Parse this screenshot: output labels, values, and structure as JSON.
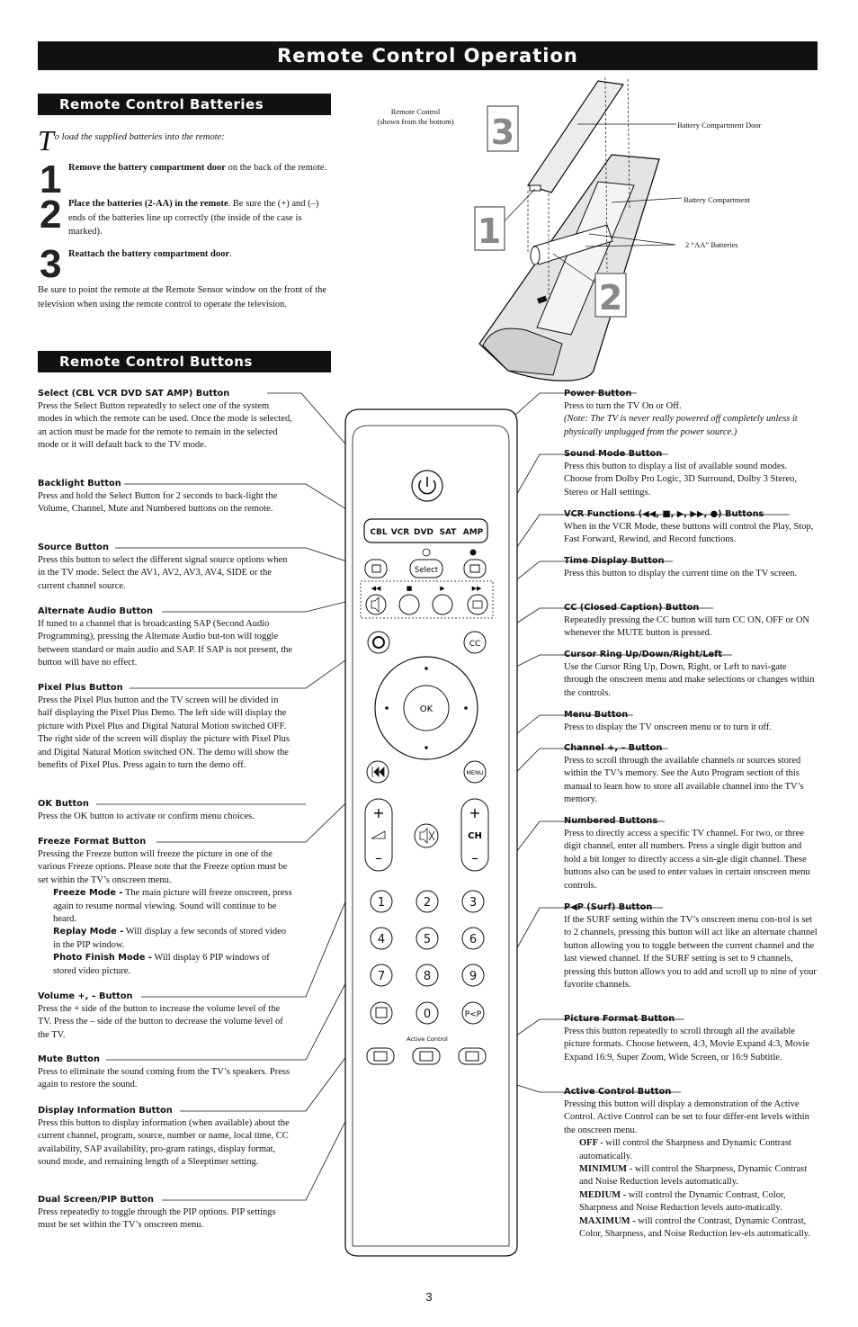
{
  "page_title": "Remote Control Operation",
  "page_number": "3",
  "batteries": {
    "heading": "Remote Control Batteries",
    "intro_dropcap": "T",
    "intro_rest": "o load the supplied batteries into the remote:",
    "steps": [
      {
        "num": "1",
        "bold": "Remove the battery compartment door",
        "rest": " on the back of the remote."
      },
      {
        "num": "2",
        "bold": "Place the batteries (2-AA) in the remote",
        "rest": ". Be sure the (+) and (–) ends of the batteries line up correctly (the inside of the case is marked)."
      },
      {
        "num": "3",
        "bold": "Reattach the battery compartment door",
        "rest": "."
      }
    ],
    "note": "Be sure to point the remote at the Remote Sensor window on the front of the television when using the remote control to operate the television.",
    "figure": {
      "caption_line1": "Remote Control",
      "caption_line2": "(shown from the bottom)",
      "label_door": "Battery Compartment Door",
      "label_compartment": "Battery Compartment",
      "label_batteries": "2 “AA” Batteries",
      "step_labels": [
        "1",
        "2",
        "3"
      ]
    }
  },
  "buttons_section": {
    "heading": "Remote Control Buttons",
    "left": [
      {
        "title": "Select (CBL VCR  DVD  SAT  AMP) Button",
        "text": "Press the Select Button repeatedly to select one of the system modes in which the remote can be used. Once the mode is selected, an action must be made for the remote to remain in the selected mode or it will default back to the TV mode."
      },
      {
        "title": "Backlight Button",
        "text": "Press and hold the Select Button for 2 seconds to back-light the Volume, Channel, Mute and Numbered buttons on the remote."
      },
      {
        "title": "Source Button",
        "text": "Press this button to select the different signal source options when in the TV mode. Select the AV1, AV2, AV3, AV4, SIDE or the current channel source."
      },
      {
        "title": "Alternate Audio Button",
        "text": "If tuned to a channel that is broadcasting SAP (Second Audio Programming), pressing the Alternate Audio but-ton will toggle between standard or main audio and SAP. If SAP is not present, the button will have no effect."
      },
      {
        "title": "Pixel Plus Button",
        "text": "Press the Pixel Plus button and the TV screen will be divided in half displaying the Pixel Plus Demo. The left side will display the picture with Pixel Plus and Digital Natural Motion switched OFF. The right side of the screen will display the picture with Pixel Plus and Digital Natural Motion switched ON. The demo will show the benefits of Pixel Plus. Press again to turn the demo off."
      },
      {
        "title": "OK Button",
        "text": "Press the OK button to activate or confirm menu choices."
      },
      {
        "title": "Freeze Format Button",
        "text": "Pressing the Freeze button will freeze the picture in one of the various Freeze options. Please note that the Freeze option must be set within the TV’s onscreen menu.",
        "subs": [
          {
            "label": "Freeze Mode -",
            "text": " The main picture will freeze onscreen, press again to resume normal viewing. Sound will continue to be heard."
          },
          {
            "label": "Replay Mode -",
            "text": " Will display a few seconds of stored video in the PIP window."
          },
          {
            "label": "Photo Finish Mode -",
            "text": " Will display 6 PIP windows of stored video picture."
          }
        ]
      },
      {
        "title": "Volume +, – Button",
        "text": "Press the + side of the button to increase the volume level of the TV. Press the – side of the button to decrease the volume level of the TV."
      },
      {
        "title": "Mute Button",
        "text": "Press to eliminate the sound coming from the TV’s speakers. Press again to restore the sound."
      },
      {
        "title": "Display Information Button",
        "text": "Press this button to display information (when available) about the current channel, program, source, number or name, local time, CC availability, SAP availability, pro-gram ratings, display format, sound mode, and remaining length of a Sleeptimer setting."
      },
      {
        "title": "Dual Screen/PIP Button",
        "text": "Press repeatedly to toggle through the PIP options. PIP settings must be set within the TV’s onscreen menu."
      }
    ],
    "right": [
      {
        "title": "Power Button",
        "text": "Press to turn the TV On or Off.",
        "italic": "(Note: The TV is never really powered off completely unless it physically unplugged from the power source.)"
      },
      {
        "title": "Sound Mode Button",
        "text": "Press this button to display a list of available sound modes. Choose from Dolby Pro Logic, 3D Surround, Dolby 3 Stereo, Stereo or Hall settings."
      },
      {
        "title": "VCR Functions (◀◀, ■, ▶, ▶▶, ●) Buttons",
        "text": "When in the VCR Mode, these buttons will control the Play, Stop, Fast Forward, Rewind, and Record functions."
      },
      {
        "title": "Time Display Button",
        "text": "Press this button to display the current time on the TV screen."
      },
      {
        "title": "CC (Closed Caption) Button",
        "text": "Repeatedly pressing the CC button will turn CC ON, OFF or ON whenever the MUTE button is pressed."
      },
      {
        "title": "Cursor Ring Up/Down/Right/Left",
        "text": "Use the Cursor Ring Up, Down, Right, or Left to navi-gate through the onscreen menu and make selections or changes within the controls."
      },
      {
        "title": "Menu Button",
        "text": "Press to display the TV onscreen menu or to turn it off."
      },
      {
        "title": "Channel +, – Button",
        "text": "Press to scroll through the available channels or sources stored within the TV’s memory. See the Auto Program section of this manual to learn how to store all available channel into the TV’s memory."
      },
      {
        "title": "Numbered Buttons",
        "text": "Press to directly access a specific TV channel. For two, or three digit channel, enter all numbers. Press a single digit button and hold a bit longer to directly access a sin-gle digit channel. These buttons also can be used to enter values in certain onscreen menu controls."
      },
      {
        "title": "P◀P (Surf) Button",
        "text": "If the SURF setting within the TV’s onscreen menu con-trol is set to 2 channels, pressing this button will act like an alternate channel button allowing you to toggle between the current channel and the last viewed channel. If the SURF setting is set to 9 channels, pressing this button allows you to add and scroll up to nine of your favorite channels."
      },
      {
        "title": "Picture Format Button",
        "text": "Press this button repeatedly to scroll through all the available picture formats. Choose between, 4:3, Movie Expand 4:3, Movie Expand 16:9, Super Zoom, Wide Screen, or 16:9 Subtitle."
      },
      {
        "title": "Active Control Button",
        "text": "Pressing this button will display a demonstration of the Active Control. Active Control can be set to four differ-ent levels within the onscreen menu.",
        "subs": [
          {
            "label": "OFF -",
            "text": " will control the Sharpness and Dynamic Contrast automatically."
          },
          {
            "label": "MINIMUM -",
            "text": " will control the Sharpness, Dynamic Contrast and Noise Reduction levels automatically."
          },
          {
            "label": "MEDIUM -",
            "text": " will control the Dynamic Contrast, Color, Sharpness and Noise Reduction levels auto-matically."
          },
          {
            "label": "MAXIMUM -",
            "text": " will control the Contrast, Dynamic Contrast, Color, Sharpness, and Noise Reduction lev-els automatically."
          }
        ]
      }
    ],
    "remote": {
      "mode_labels": [
        "CBL",
        "VCR",
        "DVD",
        "SAT",
        "AMP"
      ],
      "select_label": "Select",
      "ok_label": "OK",
      "cc_label": "CC",
      "menu_label": "MENU",
      "ch_label": "CH",
      "plus": "+",
      "minus": "–",
      "digits": [
        "1",
        "2",
        "3",
        "4",
        "5",
        "6",
        "7",
        "8",
        "9",
        "0"
      ],
      "pip_label": "P<P",
      "active_control_label": "Active Control"
    }
  }
}
